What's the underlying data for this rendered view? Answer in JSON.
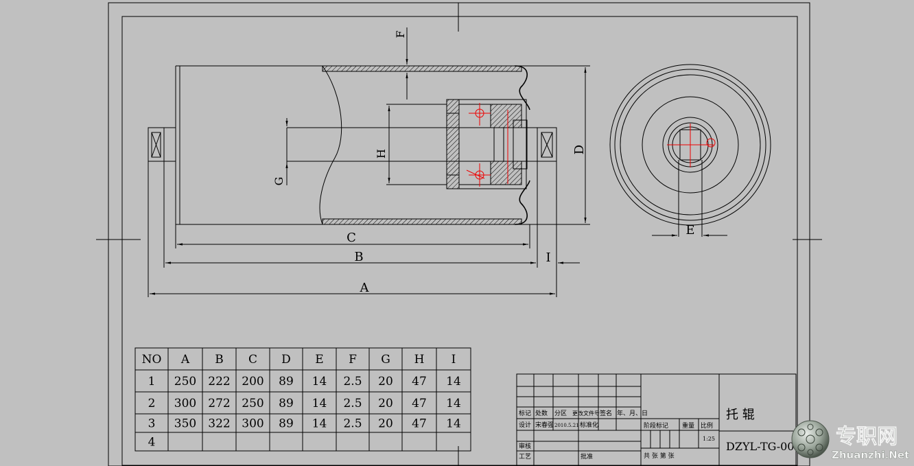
{
  "dimension_labels": {
    "A": "A",
    "B": "B",
    "C": "C",
    "D": "D",
    "E": "E",
    "F": "F",
    "G": "G",
    "H": "H",
    "I": "I"
  },
  "spec_table": {
    "headers": [
      "NO",
      "A",
      "B",
      "C",
      "D",
      "E",
      "F",
      "G",
      "H",
      "I"
    ],
    "rows": [
      [
        "1",
        "250",
        "222",
        "200",
        "89",
        "14",
        "2.5",
        "20",
        "47",
        "14"
      ],
      [
        "2",
        "300",
        "272",
        "250",
        "89",
        "14",
        "2.5",
        "20",
        "47",
        "14"
      ],
      [
        "3",
        "350",
        "322",
        "300",
        "89",
        "14",
        "2.5",
        "20",
        "47",
        "14"
      ],
      [
        "4",
        "",
        "",
        "",
        "",
        "",
        "",
        "",
        "",
        ""
      ]
    ]
  },
  "title_block": {
    "part_name": "托 辊",
    "drawing_no": "DZYL-TG-00",
    "scale": "1:25",
    "labels": {
      "mark": "标记",
      "count": "处数",
      "zone": "分区",
      "change_doc": "更改文件号",
      "signature": "签名",
      "date": "年、月、日",
      "design": "设计",
      "designer": "宋春强",
      "design_date": "2010.5.21",
      "standardize": "标准化",
      "review": "审核",
      "process": "工艺",
      "approve": "批准",
      "stage_mark": "阶段标记",
      "weight": "重量",
      "ratio": "比例",
      "sheets": "共 张 第 张"
    }
  },
  "watermark": {
    "cn": "专职网",
    "en": "Zhuanzhi.Net"
  }
}
